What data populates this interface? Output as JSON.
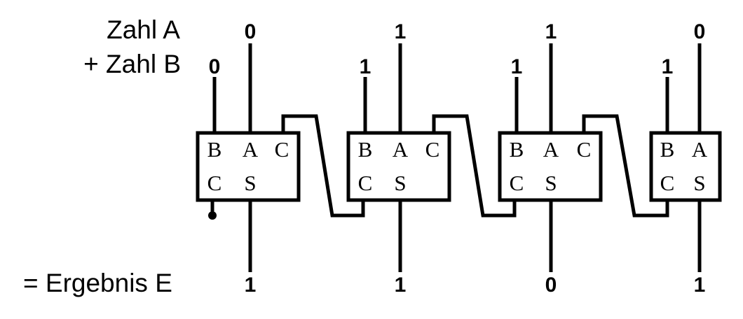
{
  "labels": {
    "row_a": "Zahl A",
    "row_b": "+ Zahl B",
    "row_result": "= Ergebnis E"
  },
  "bits": {
    "a": [
      "0",
      "1",
      "1",
      "0"
    ],
    "b": [
      "0",
      "1",
      "1",
      "1"
    ],
    "result": [
      "1",
      "1",
      "0",
      "1"
    ]
  },
  "adders": [
    {
      "ports": {
        "b": "B",
        "a": "A",
        "carry_in": "C",
        "carry_out": "C",
        "sum": "S"
      }
    },
    {
      "ports": {
        "b": "B",
        "a": "A",
        "carry_in": "C",
        "carry_out": "C",
        "sum": "S"
      }
    },
    {
      "ports": {
        "b": "B",
        "a": "A",
        "carry_in": "C",
        "carry_out": "C",
        "sum": "S"
      }
    },
    {
      "ports": {
        "b": "B",
        "a": "A",
        "carry_out": "C",
        "sum": "S"
      }
    }
  ],
  "colors": {
    "ink": "#000000",
    "background": "#ffffff"
  }
}
